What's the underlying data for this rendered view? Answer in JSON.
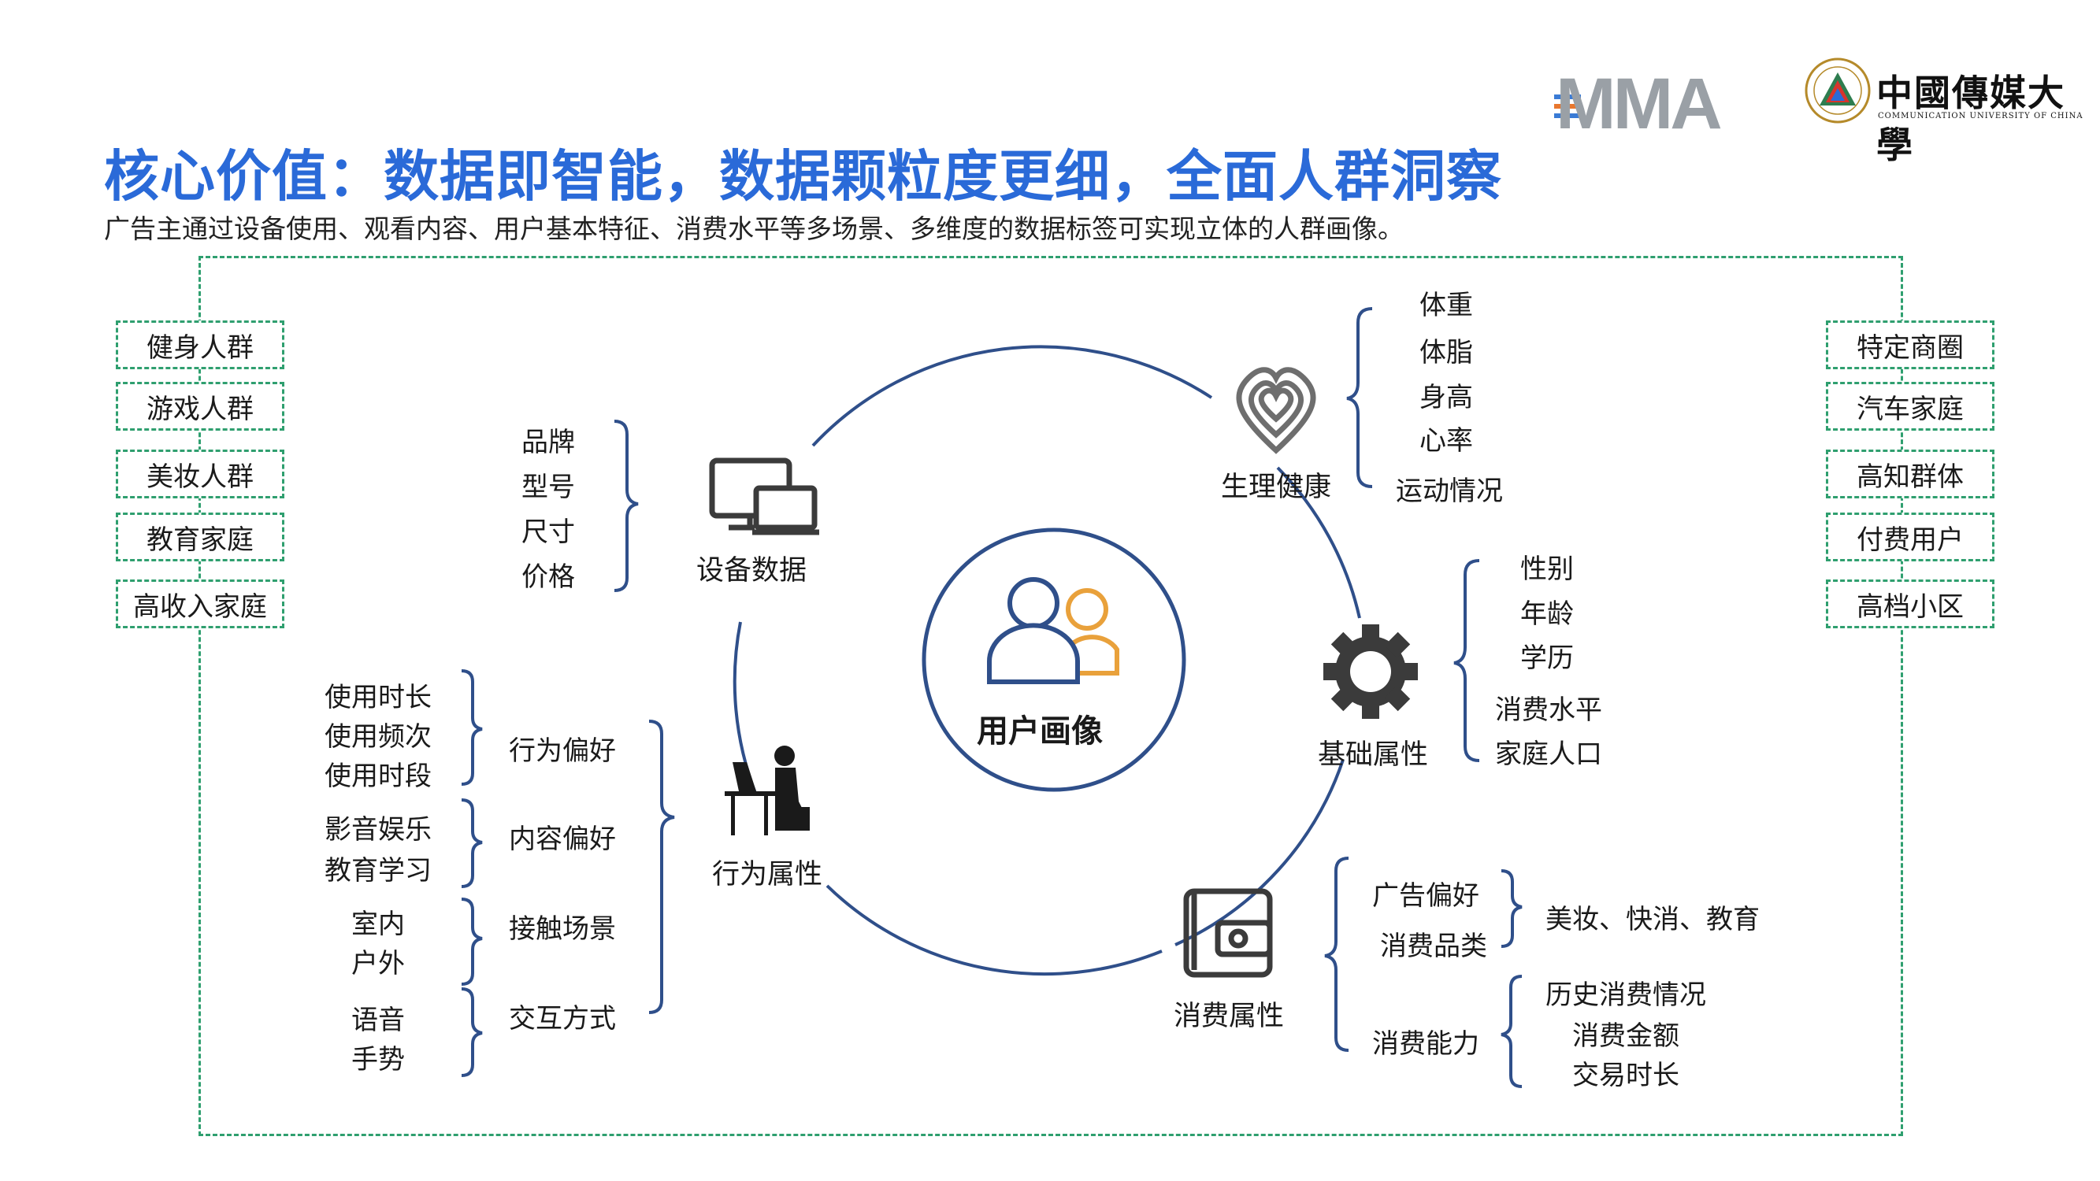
{
  "header": {
    "title": "核心价值：数据即智能，数据颗粒度更细，全面人群洞察",
    "subtitle": "广告主通过设备使用、观看内容、用户基本特征、消费水平等多场景、多维度的数据标签可实现立体的人群画像。",
    "logos": {
      "mma_text": "MMA",
      "cuc_name": "中國傳媒大學",
      "cuc_english": "COMMUNICATION UNIVERSITY OF CHINA"
    }
  },
  "center": {
    "label": "用户画像",
    "icon": "users-icon"
  },
  "left_tags": [
    "健身人群",
    "游戏人群",
    "美妆人群",
    "教育家庭",
    "高收入家庭"
  ],
  "right_tags": [
    "特定商圈",
    "汽车家庭",
    "高知群体",
    "付费用户",
    "高档小区"
  ],
  "device": {
    "label": "设备数据",
    "icon": "devices-icon",
    "items": [
      "品牌",
      "型号",
      "尺寸",
      "价格"
    ]
  },
  "health": {
    "label": "生理健康",
    "icon": "heart-icon",
    "items": [
      "体重",
      "体脂",
      "身高",
      "心率",
      "运动情况"
    ]
  },
  "basic": {
    "label": "基础属性",
    "icon": "gear-icon",
    "items": [
      "性别",
      "年龄",
      "学历",
      "消费水平",
      "家庭人口"
    ]
  },
  "behavior": {
    "label": "行为属性",
    "icon": "laptop-user-icon",
    "groups": [
      {
        "label": "行为偏好",
        "items": [
          "使用时长",
          "使用频次",
          "使用时段"
        ]
      },
      {
        "label": "内容偏好",
        "items": [
          "影音娱乐",
          "教育学习"
        ]
      },
      {
        "label": "接触场景",
        "items": [
          "室内",
          "户外"
        ]
      },
      {
        "label": "交互方式",
        "items": [
          "语音",
          "手势"
        ]
      }
    ]
  },
  "consumption": {
    "label": "消费属性",
    "icon": "wallet-icon",
    "ad_pref": "广告偏好",
    "category": "消费品类",
    "category_items": "美妆、快消、教育",
    "ability": "消费能力",
    "ability_items": [
      "历史消费情况",
      "消费金额",
      "交易时长"
    ]
  },
  "colors": {
    "title_blue": "#2a6ad8",
    "circle_navy": "#2f4f8a",
    "dashed_green": "#2f9f6f",
    "icon_gray": "#3b3b3b",
    "user_orange": "#e9a13b"
  }
}
